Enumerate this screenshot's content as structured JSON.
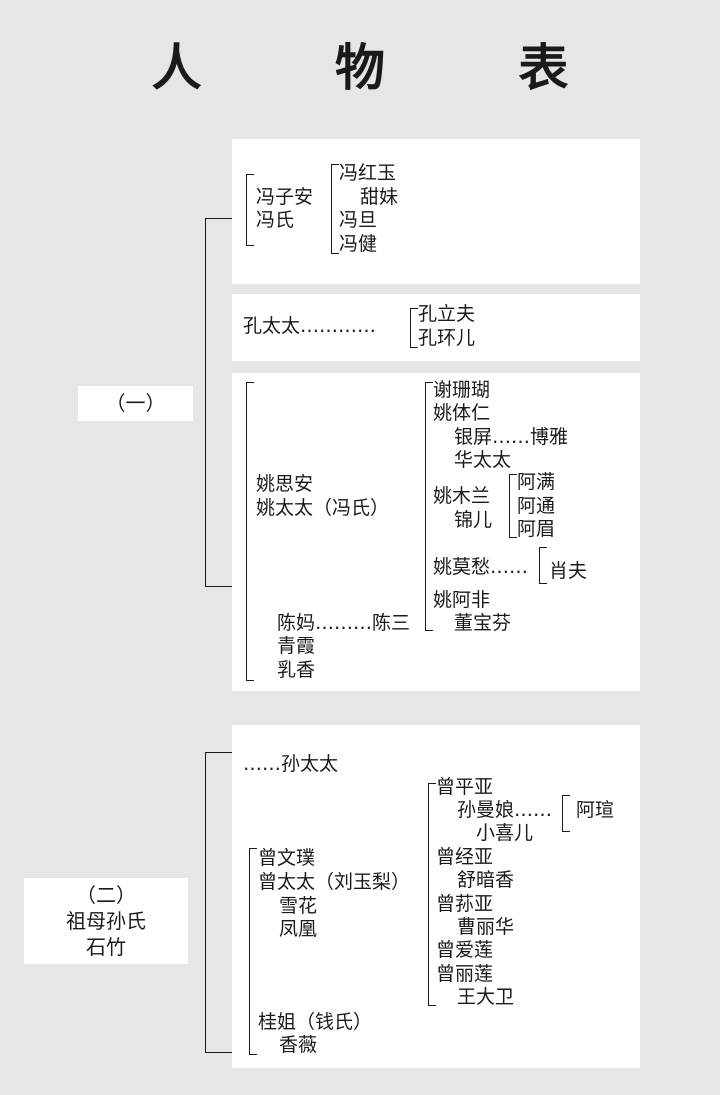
{
  "title": "人 物 表",
  "group1": {
    "label": "（一）",
    "box1": {
      "parents": [
        "冯子安",
        "冯氏"
      ],
      "children": [
        "冯红玉",
        "甜妹",
        "冯旦",
        "冯健"
      ]
    },
    "box2": {
      "parent": "孔太太…………",
      "children": [
        "孔立夫",
        "孔环儿"
      ]
    },
    "box3": {
      "parents": [
        "姚思安",
        "姚太太（冯氏）"
      ],
      "servants": [
        "陈妈………陈三",
        "青霞",
        "乳香"
      ],
      "children": {
        "c1": "谢珊瑚",
        "c2": "姚体仁",
        "c2a": "银屏……博雅",
        "c2b": "华太太",
        "c3": "姚木兰",
        "c3a": "锦儿",
        "c3kids": [
          "阿满",
          "阿通",
          "阿眉"
        ],
        "c4": "姚莫愁……",
        "c4a": "肖夫",
        "c5": "姚阿非",
        "c5a": "董宝芬"
      }
    }
  },
  "group2": {
    "label": [
      "（二）",
      "祖母孙氏",
      "石竹"
    ],
    "box": {
      "top": "……孙太太",
      "parents": [
        "曾文璞",
        "曾太太（刘玉梨）",
        "雪花",
        "凤凰"
      ],
      "bottom": [
        "桂姐（钱氏）",
        "香薇"
      ],
      "children": {
        "c1": "曾平亚",
        "c1a": "孙曼娘……",
        "c1b": "小喜儿",
        "c1kid": "阿瑄",
        "c2": "曾经亚",
        "c2a": "舒暗香",
        "c3": "曾荪亚",
        "c3a": "曹丽华",
        "c4": "曾爱莲",
        "c5": "曾丽莲",
        "c5a": "王大卫"
      }
    }
  }
}
